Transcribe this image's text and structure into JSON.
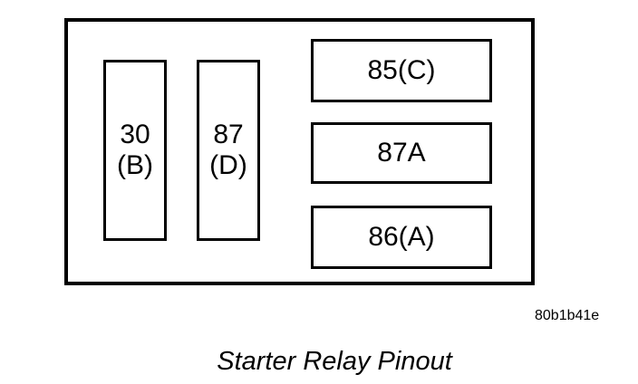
{
  "diagram": {
    "caption": "Starter Relay Pinout",
    "figure_code": "80b1b41e",
    "colors": {
      "line": "#000000",
      "background": "#ffffff"
    },
    "pins": {
      "pin30": {
        "line1": "30",
        "line2": "(B)"
      },
      "pin87": {
        "line1": "87",
        "line2": "(D)"
      },
      "pin85": {
        "label": "85(C)"
      },
      "pin87a": {
        "label": "87A"
      },
      "pin86": {
        "label": "86(A)"
      }
    }
  }
}
